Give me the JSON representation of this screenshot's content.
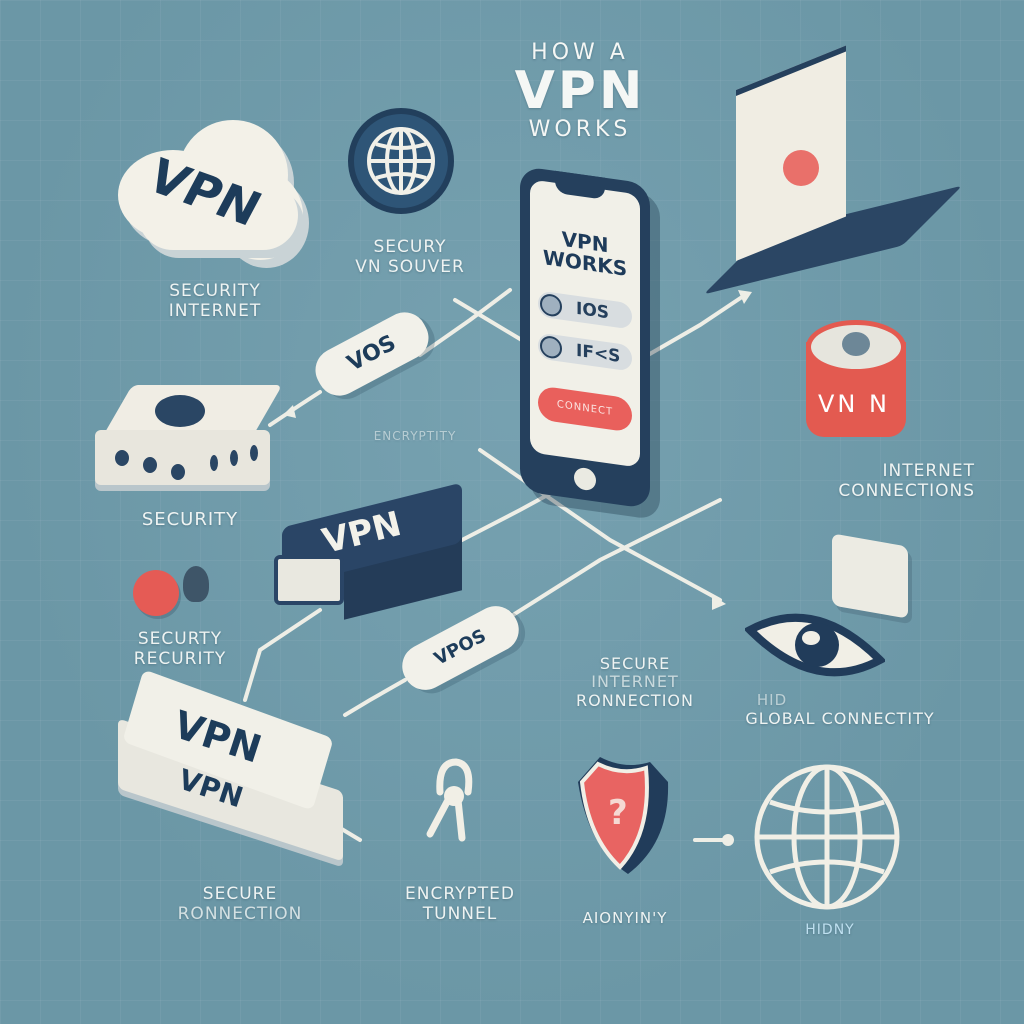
{
  "title": {
    "line1": "HOW A",
    "line2": "VPN",
    "line3": "WORKS"
  },
  "cloud": {
    "text": "VPN",
    "icon": "cloud-icon"
  },
  "labels": {
    "security_internet": [
      "SECURITY",
      "INTERNET"
    ],
    "secury_vn_souver": [
      "SECURY",
      "VN SOUVER"
    ],
    "security": "SECURITY",
    "security_recurity": [
      "SECURTY",
      "RECURITY"
    ],
    "internet_connections": [
      "INTERNET",
      "CONNECTIONS"
    ],
    "secure_internet_connection": [
      "SECURE",
      "INTERNET",
      "RONNECTION"
    ],
    "hid": "HID",
    "global_connectivity": "GLOBAL CONNECTITY",
    "secure_connection": [
      "SECURE",
      "RONNECTION"
    ],
    "encrypted_tunnel": [
      "ENCRYPTED",
      "TUNNEL"
    ],
    "anonymity": "AIONYIN'Y",
    "hidny": "HIDNY",
    "faint_text": "ENCRYPTITY"
  },
  "phone": {
    "screen_title": [
      "VPN",
      "WORKS"
    ],
    "options": [
      "IOS",
      "IF<S"
    ],
    "cta_label": "CONNECT"
  },
  "pills": {
    "top": "VOS",
    "bottom": "VPOS"
  },
  "dark_box": {
    "text": "VPN"
  },
  "router_white": {
    "top_text": "VPN",
    "front_text": "VPN"
  },
  "cylinder": {
    "text": "VN N"
  },
  "colors": {
    "background": "#6b97a6",
    "navy": "#25405d",
    "cream": "#f2f1ea",
    "red": "#e35a50",
    "label": "#eef3f2"
  }
}
